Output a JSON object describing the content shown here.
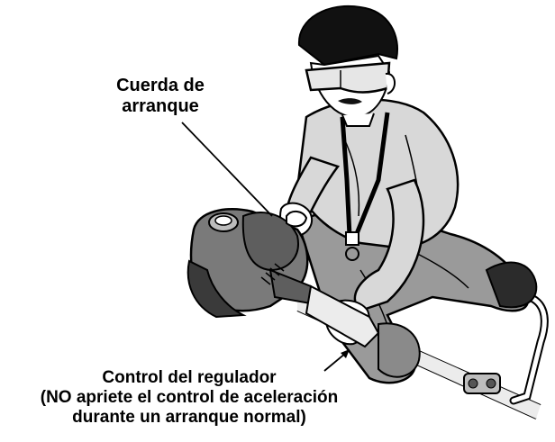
{
  "labels": {
    "starter_rope": {
      "line1": "Cuerda de",
      "line2": "arranque"
    },
    "throttle_control": {
      "line1": "Control del regulador",
      "line2": "(NO apriete el control de aceleración",
      "line3": "durante un arranque normal)"
    }
  },
  "colors": {
    "ink": "#000000",
    "pants": "#9a9a9a",
    "shirt": "#d8d8d8",
    "engine": "#7a7a7a",
    "engine_dark": "#3a3a3a",
    "boom": "#ececec"
  }
}
